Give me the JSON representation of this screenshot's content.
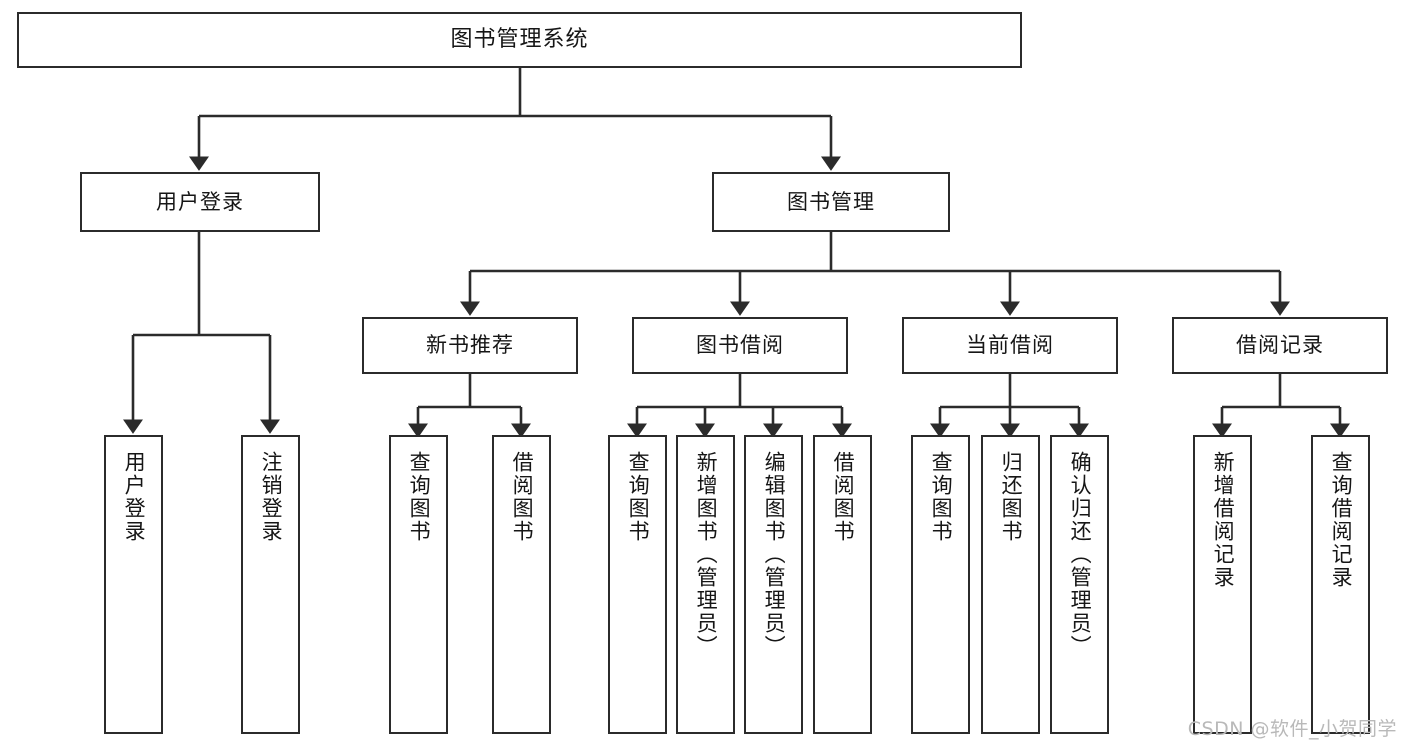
{
  "diagram": {
    "title": "图书管理系统",
    "watermark": "CSDN @软件_小贺同学",
    "colors": {
      "background": "#ffffff",
      "node_border": "#2b2b2b",
      "node_fill": "#ffffff",
      "edge": "#2b2b2b",
      "text": "#161616",
      "watermark": "#b9b9b9"
    },
    "nodes": {
      "root": {
        "label": "图书管理系统"
      },
      "level2": [
        {
          "label": "用户登录"
        },
        {
          "label": "图书管理"
        }
      ],
      "level3": [
        {
          "label": "新书推荐"
        },
        {
          "label": "图书借阅"
        },
        {
          "label": "当前借阅"
        },
        {
          "label": "借阅记录"
        }
      ],
      "leaves": {
        "user_login": [
          {
            "label": "用户登录"
          },
          {
            "label": "注销登录"
          }
        ],
        "new_book_recommend": [
          {
            "label": "查询图书"
          },
          {
            "label": "借阅图书"
          }
        ],
        "book_borrow": [
          {
            "label": "查询图书"
          },
          {
            "label": "新增图书（管理员）"
          },
          {
            "label": "编辑图书（管理员）"
          },
          {
            "label": "借阅图书"
          }
        ],
        "current_borrow": [
          {
            "label": "查询图书"
          },
          {
            "label": "归还图书"
          },
          {
            "label": "确认归还（管理员）"
          }
        ],
        "borrow_record": [
          {
            "label": "新增借阅记录"
          },
          {
            "label": "查询借阅记录"
          }
        ]
      }
    }
  },
  "chart_data": {
    "type": "table",
    "title": "图书管理系统 功能结构图",
    "tree": {
      "name": "图书管理系统",
      "children": [
        {
          "name": "用户登录",
          "children": [
            {
              "name": "用户登录"
            },
            {
              "name": "注销登录"
            }
          ]
        },
        {
          "name": "图书管理",
          "children": [
            {
              "name": "新书推荐",
              "children": [
                {
                  "name": "查询图书"
                },
                {
                  "name": "借阅图书"
                }
              ]
            },
            {
              "name": "图书借阅",
              "children": [
                {
                  "name": "查询图书"
                },
                {
                  "name": "新增图书（管理员）"
                },
                {
                  "name": "编辑图书（管理员）"
                },
                {
                  "name": "借阅图书"
                }
              ]
            },
            {
              "name": "当前借阅",
              "children": [
                {
                  "name": "查询图书"
                },
                {
                  "name": "归还图书"
                },
                {
                  "name": "确认归还（管理员）"
                }
              ]
            },
            {
              "name": "借阅记录",
              "children": [
                {
                  "name": "新增借阅记录"
                },
                {
                  "name": "查询借阅记录"
                }
              ]
            }
          ]
        }
      ]
    }
  }
}
